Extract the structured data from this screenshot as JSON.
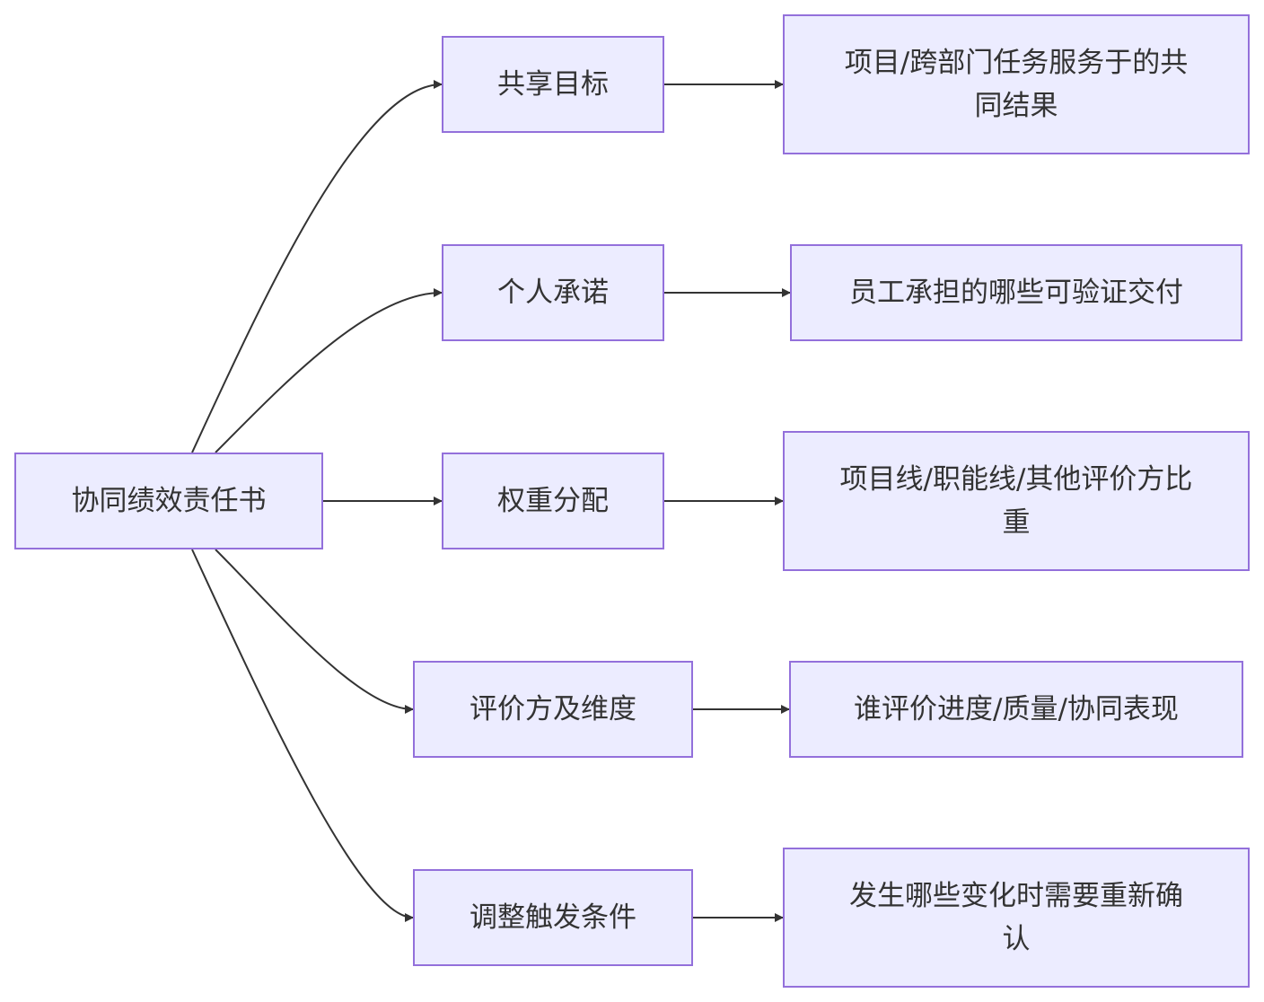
{
  "colors": {
    "node_fill": "#ececff",
    "node_stroke": "#9370db",
    "edge": "#333333",
    "text": "#333333"
  },
  "nodes": {
    "root": "协同绩效责任书",
    "shared_goal": "共享目标",
    "personal_commitment": "个人承诺",
    "weight_allocation": "权重分配",
    "evaluators": "评价方及维度",
    "triggers": "调整触发条件",
    "shared_goal_desc": "项目/跨部门任务服务于的共同结果",
    "personal_commitment_desc": "员工承担的哪些可验证交付",
    "weight_allocation_desc": "项目线/职能线/其他评价方比重",
    "evaluators_desc": "谁评价进度/质量/协同表现",
    "triggers_desc": "发生哪些变化时需要重新确认"
  },
  "edges": [
    {
      "from": "root",
      "to": "shared_goal"
    },
    {
      "from": "root",
      "to": "personal_commitment"
    },
    {
      "from": "root",
      "to": "weight_allocation"
    },
    {
      "from": "root",
      "to": "evaluators"
    },
    {
      "from": "root",
      "to": "triggers"
    },
    {
      "from": "shared_goal",
      "to": "shared_goal_desc"
    },
    {
      "from": "personal_commitment",
      "to": "personal_commitment_desc"
    },
    {
      "from": "weight_allocation",
      "to": "weight_allocation_desc"
    },
    {
      "from": "evaluators",
      "to": "evaluators_desc"
    },
    {
      "from": "triggers",
      "to": "triggers_desc"
    }
  ]
}
